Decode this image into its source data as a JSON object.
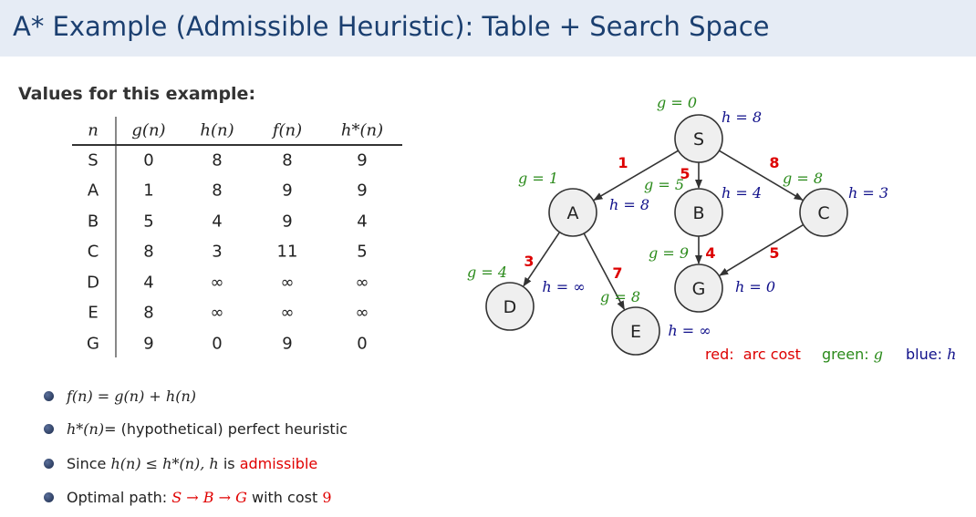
{
  "title": "A* Example (Admissible Heuristic): Table + Search Space",
  "subhead": "Values for this example:",
  "table": {
    "headers": [
      "n",
      "g(n)",
      "h(n)",
      "f(n)",
      "h*(n)"
    ],
    "rows": [
      [
        "S",
        "0",
        "8",
        "8",
        "9"
      ],
      [
        "A",
        "1",
        "8",
        "9",
        "9"
      ],
      [
        "B",
        "5",
        "4",
        "9",
        "4"
      ],
      [
        "C",
        "8",
        "3",
        "11",
        "5"
      ],
      [
        "D",
        "4",
        "∞",
        "∞",
        "∞"
      ],
      [
        "E",
        "8",
        "∞",
        "∞",
        "∞"
      ],
      [
        "G",
        "9",
        "0",
        "9",
        "0"
      ]
    ]
  },
  "bullets": {
    "b1": "f(n) = g(n) + h(n)",
    "b2_math": "h*(n)",
    "b2_text": " = (hypothetical) perfect heuristic",
    "b3_pre": "Since ",
    "b3_math": "h(n) ≤ h*(n), h",
    "b3_mid": " is ",
    "b3_red": "admissible",
    "b4_pre": "Optimal path: ",
    "b4_path": "S → B → G",
    "b4_mid": " with cost ",
    "b4_cost": "9"
  },
  "graph": {
    "nodes": {
      "S": "S",
      "A": "A",
      "B": "B",
      "C": "C",
      "D": "D",
      "E": "E",
      "G": "G"
    },
    "g": {
      "S": "g = 0",
      "A": "g = 1",
      "B": "g = 5",
      "C": "g = 8",
      "D": "g = 4",
      "E": "g = 8",
      "G": "g = 9"
    },
    "h": {
      "S": "h = 8",
      "A": "h = 8",
      "B": "h = 4",
      "C": "h = 3",
      "D": "h = ∞",
      "E": "h = ∞",
      "G": "h = 0"
    },
    "costs": {
      "SA": "1",
      "SB": "5",
      "SC": "8",
      "AD": "3",
      "AE": "7",
      "BG": "4",
      "CG": "5"
    },
    "legend": {
      "red": "red:  arc cost",
      "green_pre": "green: ",
      "green_math": "g",
      "blue_pre": "blue: ",
      "blue_math": "h"
    }
  },
  "colors": {
    "arc_cost": "#dd0000",
    "g": "#2a8a1a",
    "h": "#10108a",
    "title": "#1b3f70",
    "header_bg": "#e6ecf5"
  }
}
